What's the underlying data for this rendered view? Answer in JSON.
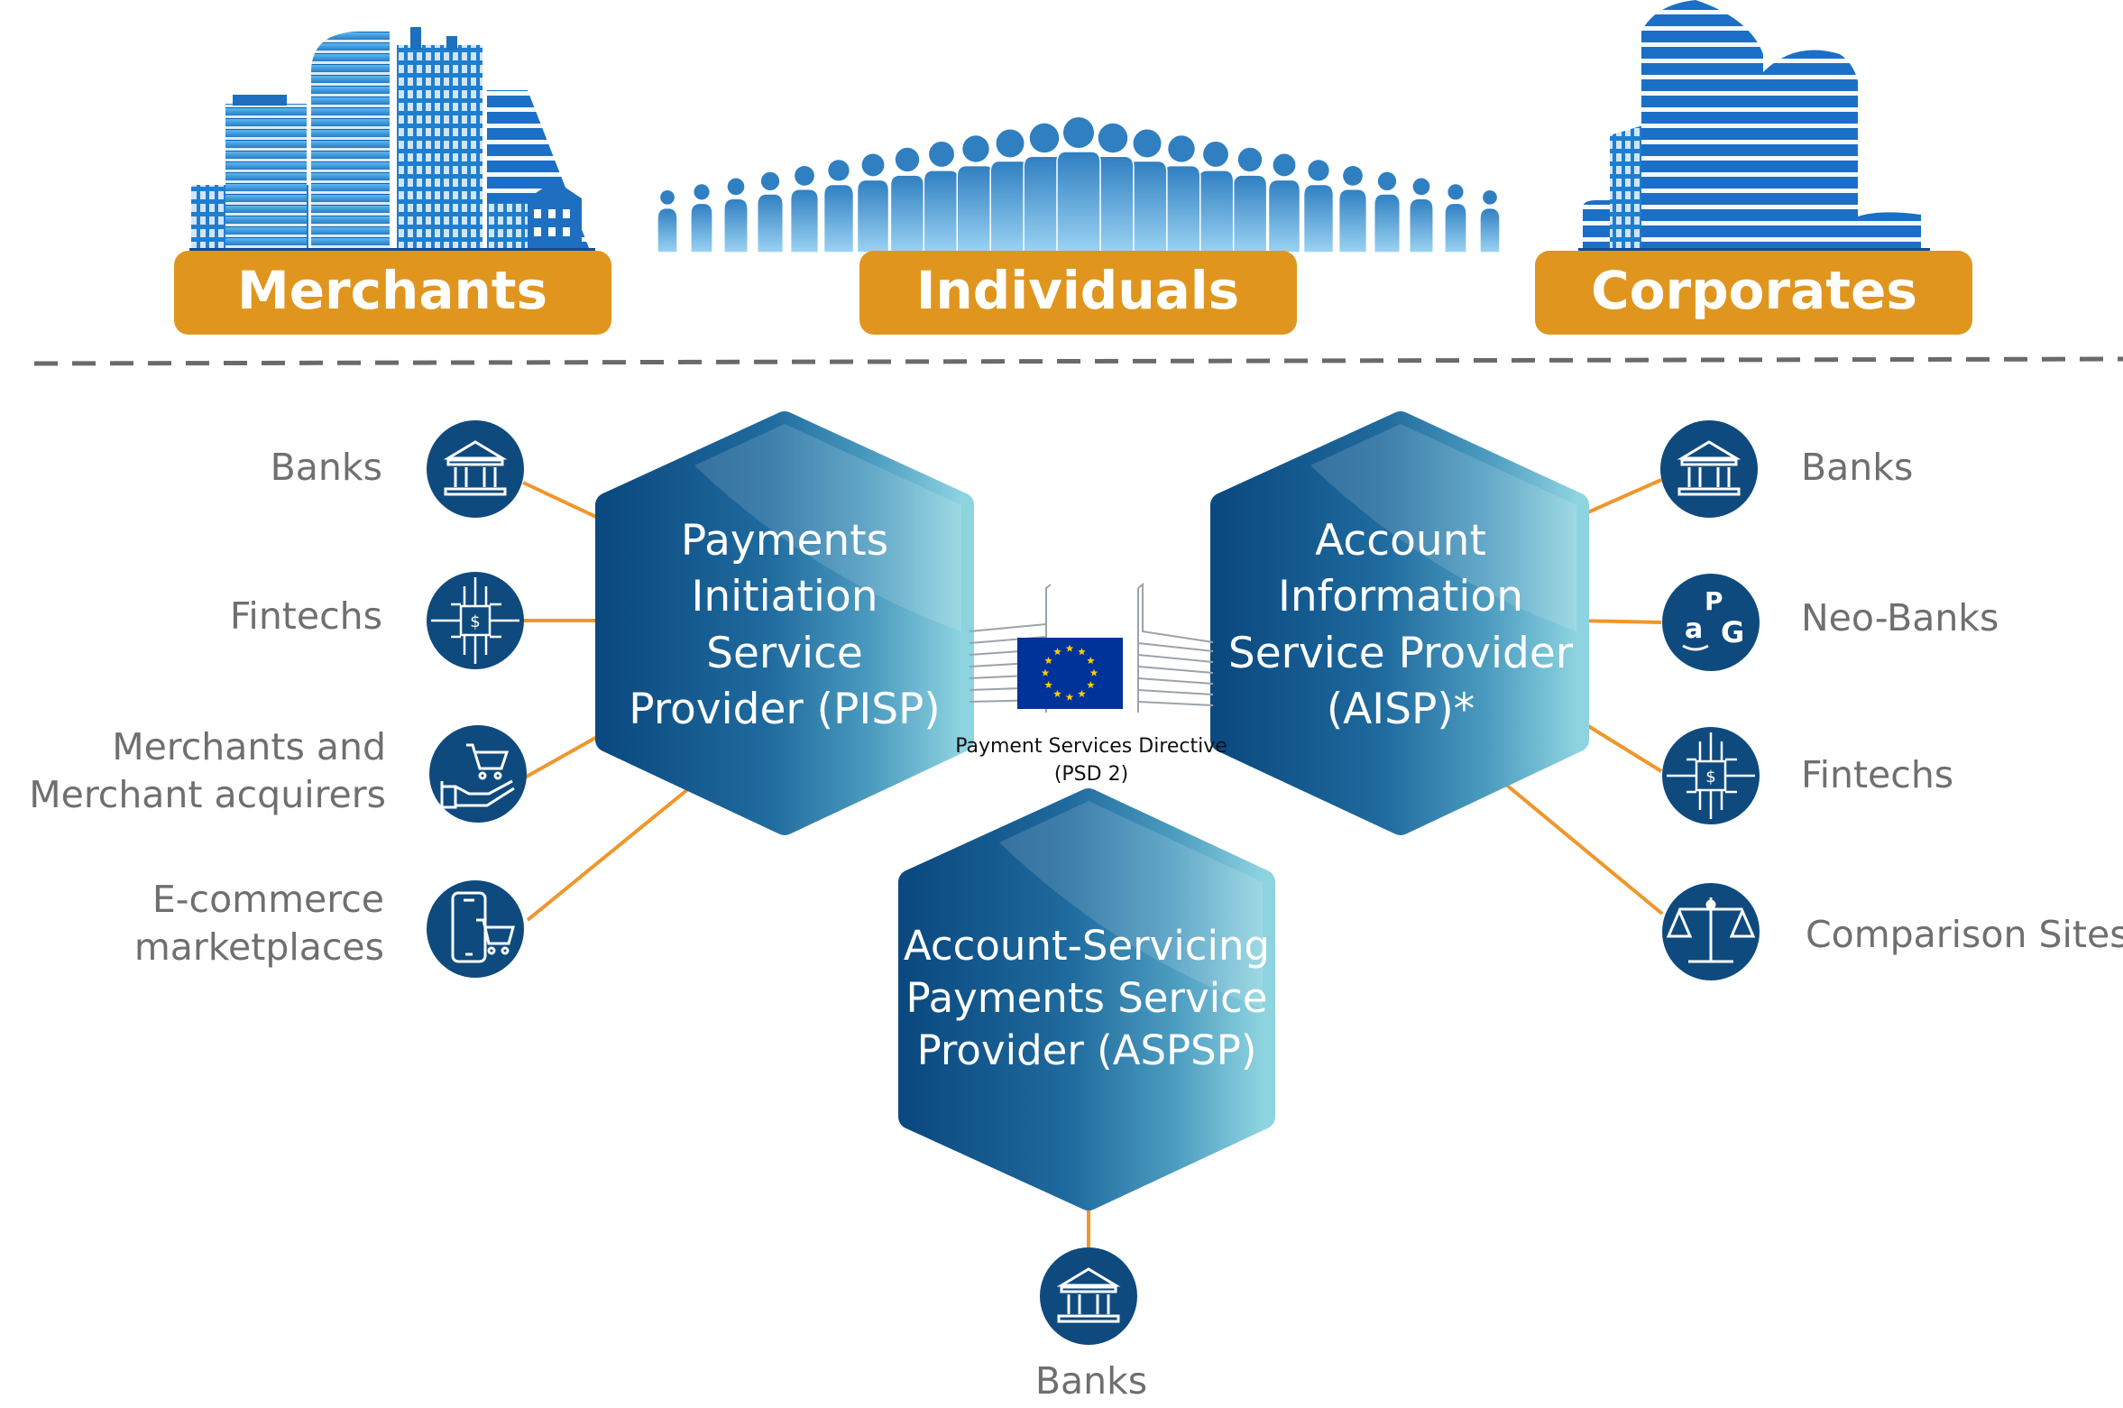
{
  "segments": {
    "merchants": "Merchants",
    "individuals": "Individuals",
    "corporates": "Corporates"
  },
  "pisp": {
    "lines": [
      "Payments",
      "Initiation",
      "Service",
      "Provider (PISP)"
    ],
    "connections": [
      "Banks",
      "Fintechs",
      [
        "Merchants and",
        "Merchant acquirers"
      ],
      [
        "E-commerce",
        "marketplaces"
      ]
    ]
  },
  "aisp": {
    "lines": [
      "Account",
      "Information",
      "Service Provider",
      "(AISP)*"
    ],
    "connections": [
      "Banks",
      "Neo-Banks",
      "Fintechs",
      "Comparison Sites"
    ]
  },
  "aspsp": {
    "lines": [
      "Account-Servicing",
      "Payments Service",
      "Provider (ASPSP)"
    ],
    "connections": [
      "Banks"
    ]
  },
  "psd2": {
    "line1": "Payment Services Directive",
    "line2": "(PSD 2)"
  },
  "icons": [
    "bank-icon",
    "fintech-chip-icon",
    "hand-cart-icon",
    "phone-cart-icon",
    "neo-bank-logos-icon",
    "scales-icon",
    "eu-flag-icon",
    "eu-building-icon"
  ],
  "colors": {
    "badge": "#E0961E",
    "connector": "#F0962A",
    "icon_circle": "#0E4A7E",
    "hex_dark": "#0B4A80",
    "hex_light": "#8DD3E0",
    "label_gray": "#6F6F6F",
    "eu_blue": "#003399",
    "eu_star": "#FFCC00"
  }
}
